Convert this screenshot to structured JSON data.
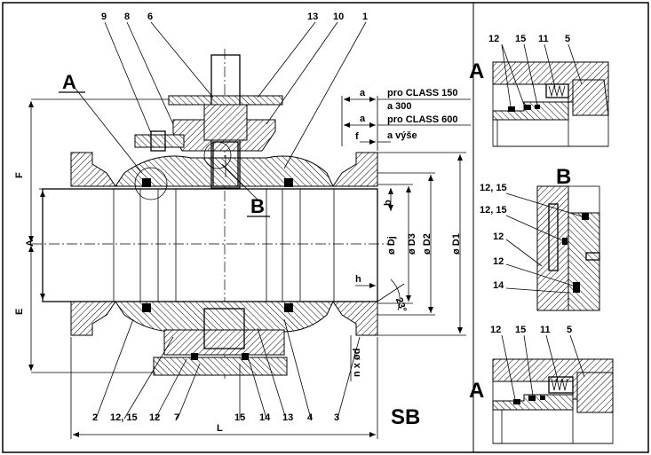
{
  "parts_top": [
    "9",
    "8",
    "6",
    "13",
    "10",
    "1"
  ],
  "parts_bottom": [
    "2",
    "12, 15",
    "12",
    "7",
    "15",
    "14",
    "13",
    "4",
    "3"
  ],
  "section_markers": {
    "a": "A",
    "b": "B"
  },
  "model_label": "SB",
  "dimensions": {
    "F": "F",
    "A": "A",
    "E": "E",
    "L": "L",
    "a": "a",
    "f": "f",
    "b": "b",
    "h": "h",
    "d1": "ø D1",
    "d2": "ø D2",
    "d3": "ø D3",
    "dj": "ø Dj",
    "bolts": "n x ød",
    "angle": "23°"
  },
  "notes": {
    "class150_line1": "pro CLASS 150",
    "class150_line2": "a 300",
    "class600_line1": "pro CLASS 600",
    "class600_line2": "a výše"
  },
  "detail_a_top": {
    "title": "A",
    "parts": [
      "12",
      "15",
      "11",
      "5"
    ]
  },
  "detail_b": {
    "title": "B",
    "parts": [
      "12, 15",
      "12, 15",
      "12",
      "12",
      "14"
    ]
  },
  "detail_a_bottom": {
    "title": "A",
    "parts": [
      "12",
      "15",
      "11",
      "5"
    ]
  }
}
